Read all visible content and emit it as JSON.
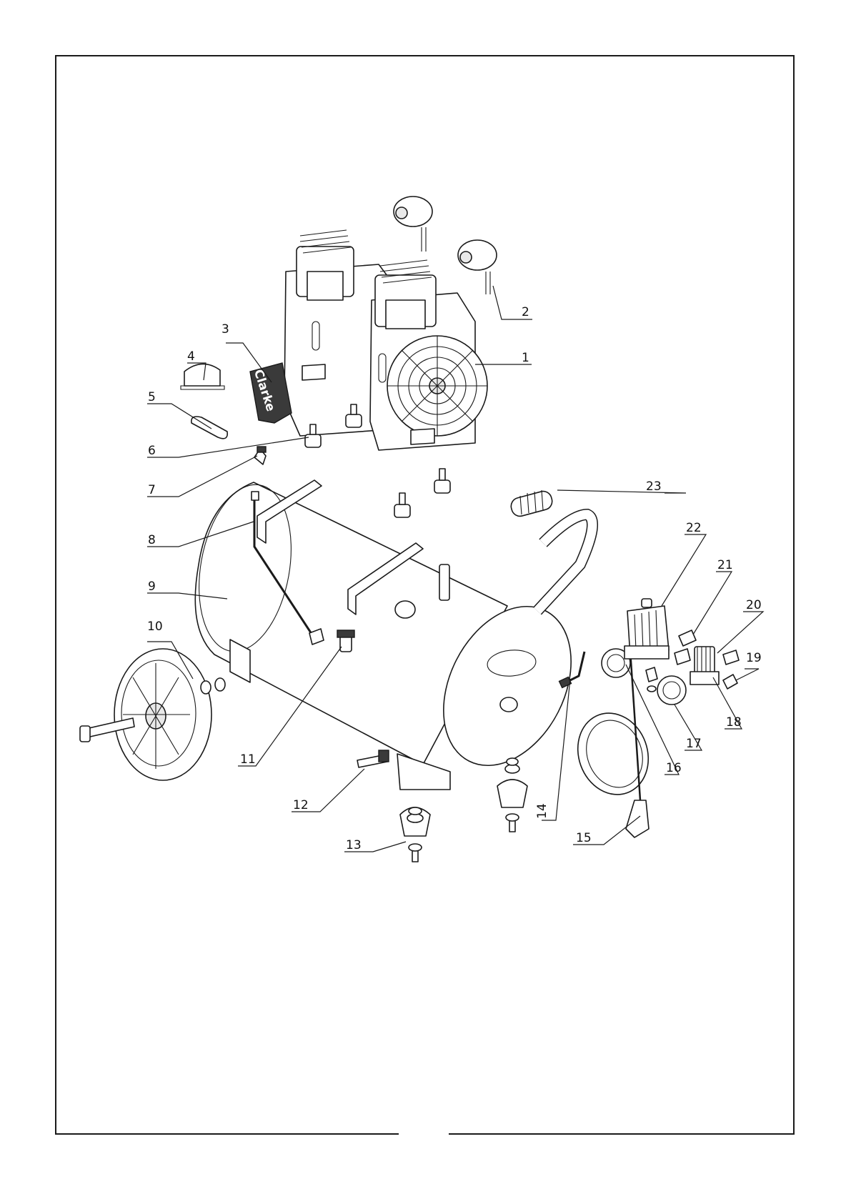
{
  "callouts": [
    {
      "id": "1",
      "label": "1"
    },
    {
      "id": "2",
      "label": "2"
    },
    {
      "id": "3",
      "label": "3"
    },
    {
      "id": "4",
      "label": "4"
    },
    {
      "id": "5",
      "label": "5"
    },
    {
      "id": "6",
      "label": "6"
    },
    {
      "id": "7",
      "label": "7"
    },
    {
      "id": "8",
      "label": "8"
    },
    {
      "id": "9",
      "label": "9"
    },
    {
      "id": "10",
      "label": "10"
    },
    {
      "id": "11",
      "label": "11"
    },
    {
      "id": "12",
      "label": "12"
    },
    {
      "id": "13",
      "label": "13"
    },
    {
      "id": "14",
      "label": "14"
    },
    {
      "id": "15",
      "label": "15"
    },
    {
      "id": "16",
      "label": "16"
    },
    {
      "id": "17",
      "label": "17"
    },
    {
      "id": "18",
      "label": "18"
    },
    {
      "id": "19",
      "label": "19"
    },
    {
      "id": "20",
      "label": "20"
    },
    {
      "id": "21",
      "label": "21"
    },
    {
      "id": "22",
      "label": "22"
    },
    {
      "id": "23",
      "label": "23"
    }
  ],
  "filter_cover_brand": "Clarke"
}
